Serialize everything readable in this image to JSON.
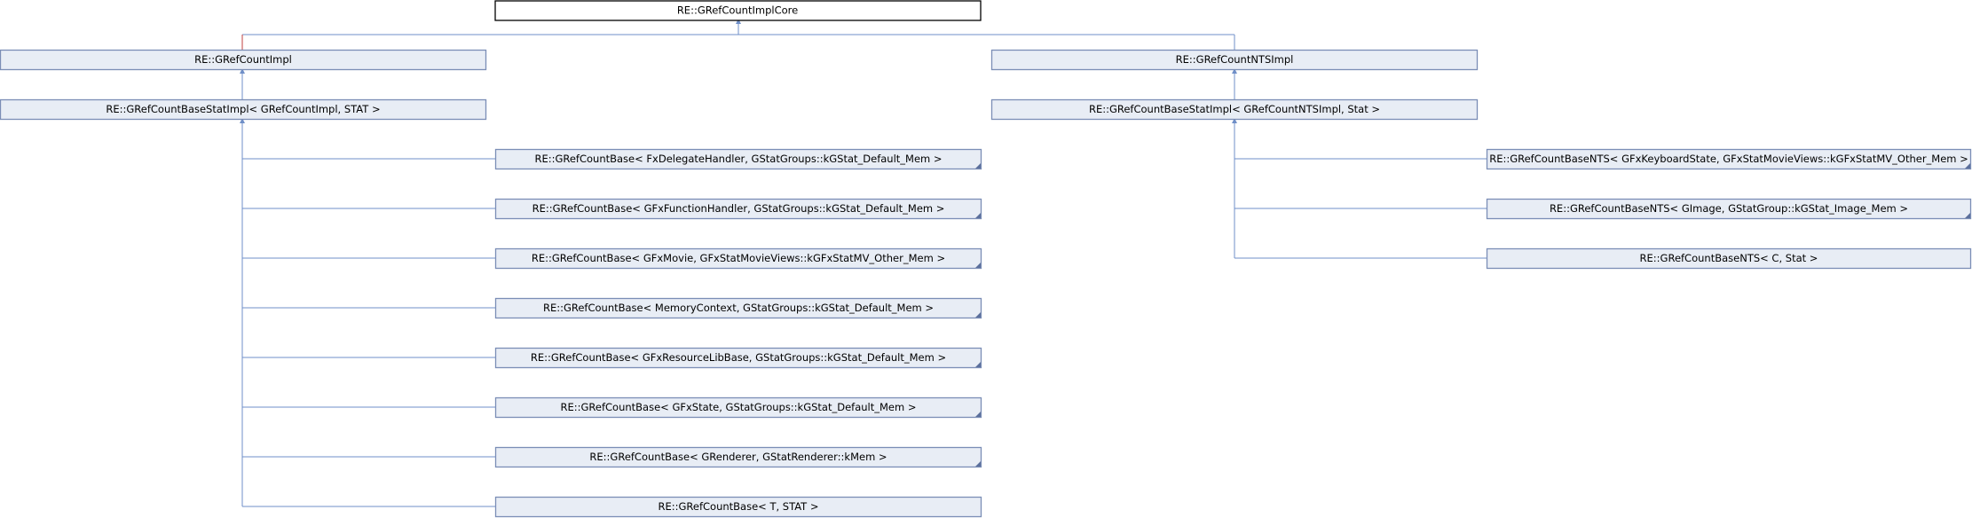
{
  "nodes": {
    "core": "RE::GRefCountImplCore",
    "impl": "RE::GRefCountImpl",
    "nts_impl": "RE::GRefCountNTSImpl",
    "base_stat_impl": "RE::GRefCountBaseStatImpl< GRefCountImpl, STAT >",
    "base_stat_nts_impl": "RE::GRefCountBaseStatImpl< GRefCountNTSImpl, Stat >",
    "left_children": [
      "RE::GRefCountBase< FxDelegateHandler, GStatGroups::kGStat_Default_Mem >",
      "RE::GRefCountBase< GFxFunctionHandler, GStatGroups::kGStat_Default_Mem >",
      "RE::GRefCountBase< GFxMovie, GFxStatMovieViews::kGFxStatMV_Other_Mem >",
      "RE::GRefCountBase< MemoryContext, GStatGroups::kGStat_Default_Mem >",
      "RE::GRefCountBase< GFxResourceLibBase, GStatGroups::kGStat_Default_Mem >",
      "RE::GRefCountBase< GFxState, GStatGroups::kGStat_Default_Mem >",
      "RE::GRefCountBase< GRenderer, GStatRenderer::kMem >",
      "RE::GRefCountBase< T, STAT >"
    ],
    "right_children": [
      "RE::GRefCountBaseNTS< GFxKeyboardState, GFxStatMovieViews::kGFxStatMV_Other_Mem >",
      "RE::GRefCountBaseNTS< GImage, GStatGroup::kGStat_Image_Mem >",
      "RE::GRefCountBaseNTS< C, Stat >"
    ]
  },
  "colors": {
    "box_fill": "#e8edf5",
    "box_border": "#7b8eb6",
    "edge": "#6f8fc8",
    "edge_alt": "#c04040"
  }
}
